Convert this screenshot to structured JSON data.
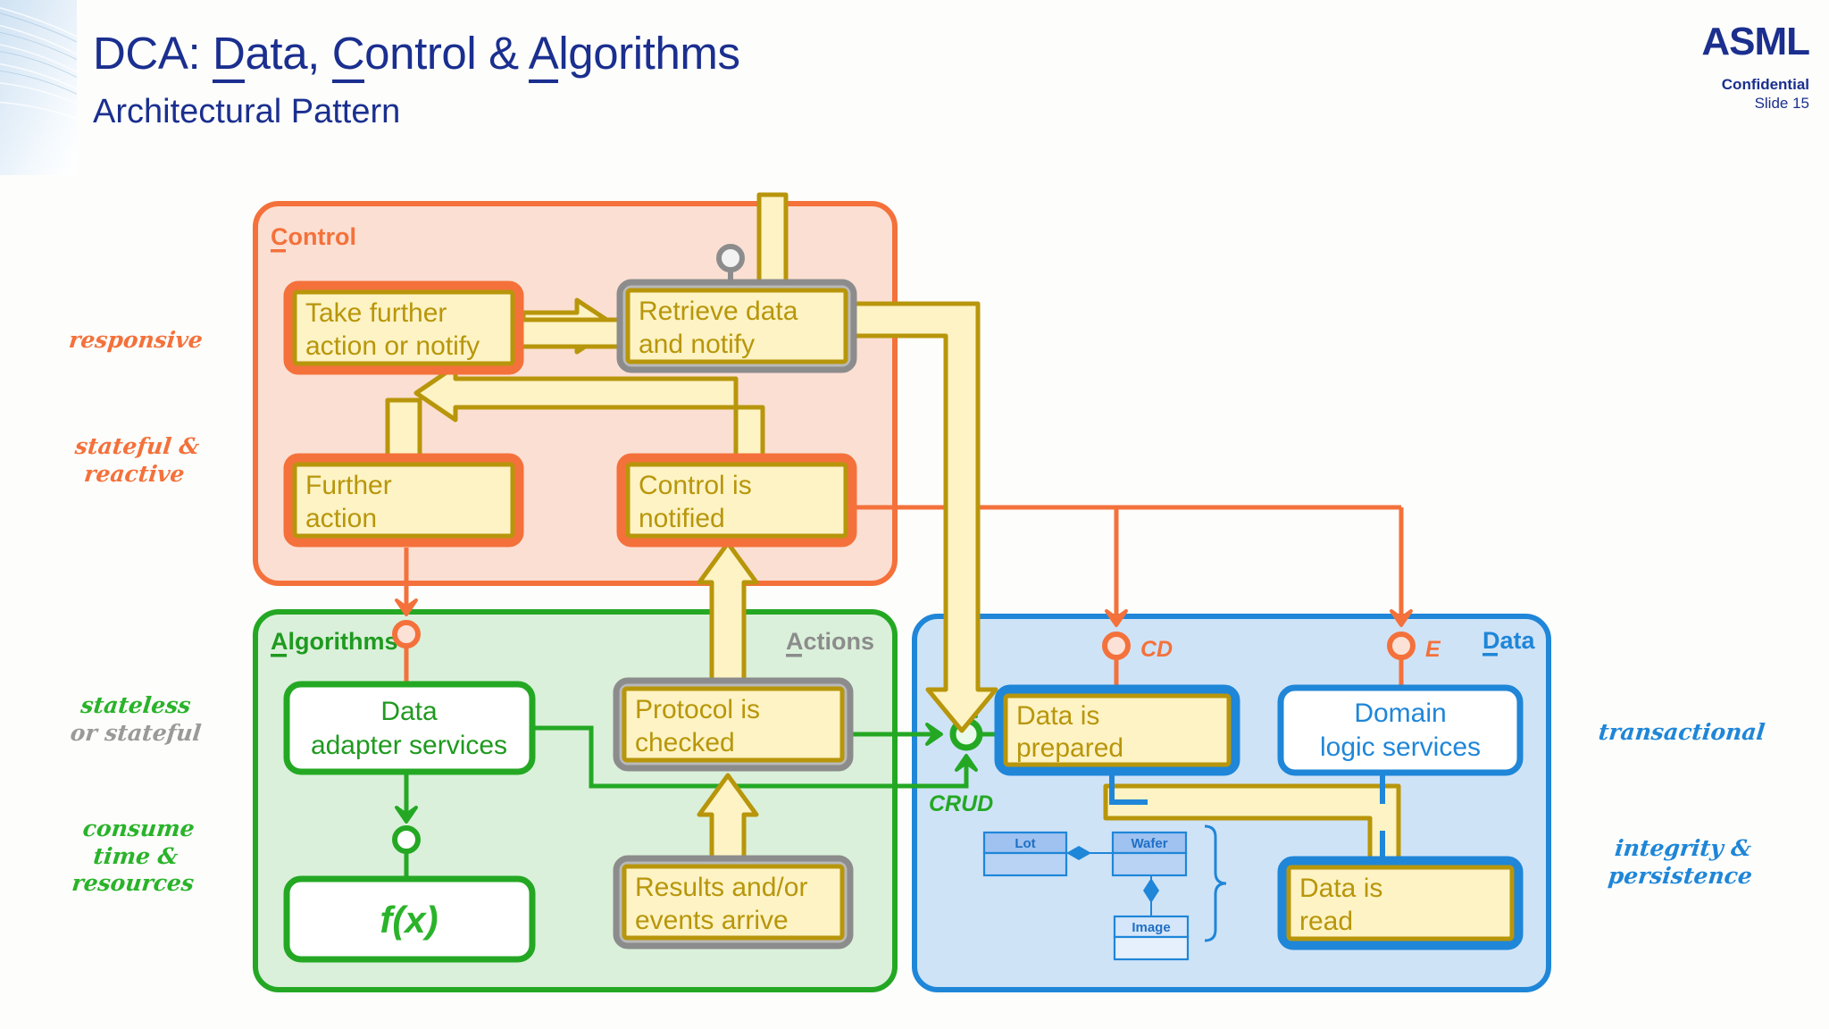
{
  "header": {
    "title_prefix": "DCA: ",
    "title_parts": [
      {
        "underlined": "D",
        "rest": "ata, "
      },
      {
        "underlined": "C",
        "rest": "ontrol & "
      },
      {
        "underlined": "A",
        "rest": "lgorithms"
      }
    ],
    "title_full": "DCA: Data, Control & Algorithms",
    "subtitle": "Architectural Pattern"
  },
  "brand": {
    "logo": "ASML",
    "confidential": "Confidential",
    "slide": "Slide 15"
  },
  "annotations": {
    "left": [
      {
        "text": "responsive",
        "color": "#f4713b",
        "tone": "orange"
      },
      {
        "text": "stateful &\nreactive",
        "color": "#f4713b",
        "tone": "orange"
      },
      {
        "text": "stateless",
        "color": "#2ab32a",
        "tone": "green"
      },
      {
        "text": "or stateful",
        "color": "#9a9a9a",
        "tone": "gray"
      },
      {
        "text": "consume\ntime &\nresources",
        "color": "#2ab32a",
        "tone": "green"
      }
    ],
    "right": [
      {
        "text": "transactional",
        "color": "#1f86d8",
        "tone": "blue"
      },
      {
        "text": "integrity &\n persistence",
        "color": "#1f86d8",
        "tone": "blue"
      }
    ]
  },
  "panels": {
    "control": {
      "label": "Control",
      "underline_letter": "C",
      "color": "#f4713b",
      "fill": "#fbdfd3"
    },
    "algorithms": {
      "label": "Algorithms",
      "underline_letter": "A",
      "color": "#24a824",
      "fill": "#daf0da"
    },
    "actions": {
      "label": "Actions",
      "underline_letter": "A",
      "color": "#8c8c8c"
    },
    "data": {
      "label": "Data",
      "underline_letter": "D",
      "color": "#1f86d8",
      "fill": "#cfe3f7"
    }
  },
  "nodes": {
    "take_further_action": {
      "lines": [
        "Take further",
        "action or notify"
      ],
      "style": "control-event"
    },
    "retrieve_data": {
      "lines": [
        "Retrieve data",
        "and notify"
      ],
      "style": "control-interface"
    },
    "further_action": {
      "lines": [
        "Further",
        "action"
      ],
      "style": "control-event"
    },
    "control_notified": {
      "lines": [
        "Control is",
        "notified"
      ],
      "style": "control-event"
    },
    "data_adapter": {
      "lines": [
        "Data",
        "adapter services"
      ],
      "style": "algorithms-service"
    },
    "fx": {
      "lines": [
        "f(x)"
      ],
      "style": "algorithms-func"
    },
    "protocol_checked": {
      "lines": [
        "Protocol is",
        "checked"
      ],
      "style": "action-event"
    },
    "results_arrive": {
      "lines": [
        "Results and/or",
        "events arrive"
      ],
      "style": "action-event"
    },
    "data_prepared": {
      "lines": [
        "Data is",
        "prepared"
      ],
      "style": "data-event"
    },
    "domain_logic": {
      "lines": [
        "Domain",
        "logic services"
      ],
      "style": "data-service"
    },
    "data_read": {
      "lines": [
        "Data is",
        "read"
      ],
      "style": "data-event"
    }
  },
  "connector_labels": {
    "cd": "CD",
    "e": "E",
    "crud": "CRUD"
  },
  "uml": {
    "classes": [
      {
        "name": "Lot"
      },
      {
        "name": "Wafer"
      },
      {
        "name": "Image"
      }
    ]
  },
  "colors": {
    "orange": "#f4713b",
    "orange_fill": "#fbdfd3",
    "green": "#24a824",
    "green_fill": "#daf0da",
    "blue": "#1f86d8",
    "blue_fill": "#cfe3f7",
    "gold": "#b8960b",
    "gold_fill": "#fdf3c4",
    "gray": "#8c8c8c",
    "navy": "#1a2f8f"
  }
}
